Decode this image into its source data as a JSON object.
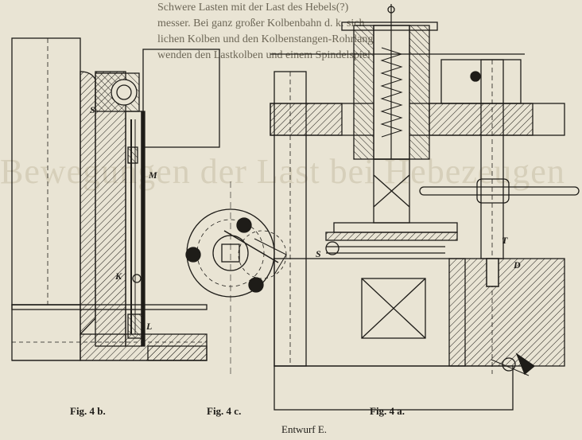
{
  "header_lines": [
    "Schwere Lasten mit der Last des Hebels(?)",
    "messer. Bei ganz großer Kolbenbahn d. k. sich",
    "lichen Kolben und den Kolbenstangen-Rohrlangen",
    "wenden den Lastkolben und einem Spindelspiel um"
  ],
  "bleed_text": "Bewegungen der Last bei Hebezeugen",
  "labels": {
    "S_left": "S",
    "M": "M",
    "K": "K",
    "L": "L",
    "S_right": "S",
    "T": "T",
    "D": "D"
  },
  "captions": {
    "fig4b": "Fig. 4 b.",
    "fig4c": "Fig. 4 c.",
    "fig4a": "Fig. 4 a.",
    "entwurf": "Entwurf E."
  },
  "colors": {
    "paper": "#e9e4d4",
    "ink": "#1e1c18"
  }
}
